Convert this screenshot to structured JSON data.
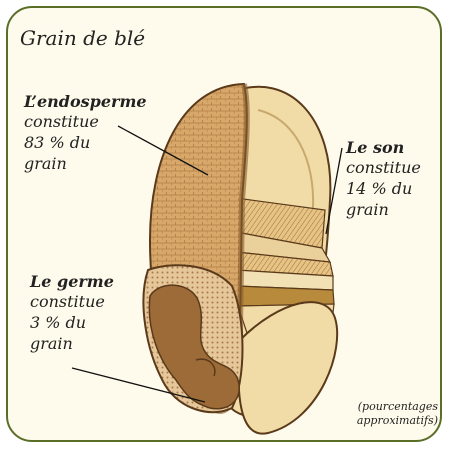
{
  "title": "Grain de blé",
  "endosperm": {
    "name": "L’endosperme",
    "line1": "constitue",
    "line2": "83 % du",
    "line3": "grain"
  },
  "bran": {
    "name": "Le son",
    "line1": "constitue",
    "line2": "14 % du",
    "line3": "grain"
  },
  "germ": {
    "name": "Le germe",
    "line1": "constitue",
    "line2": "3 % du",
    "line3": "grain"
  },
  "note": {
    "line1": "(pourcentages",
    "line2": "approximatifs)"
  },
  "colors": {
    "border": "#5b6e28",
    "background": "#fffbec",
    "endosperm": "#d8a86b",
    "germ": "#9c6b37",
    "bran": "#f1dca7"
  }
}
